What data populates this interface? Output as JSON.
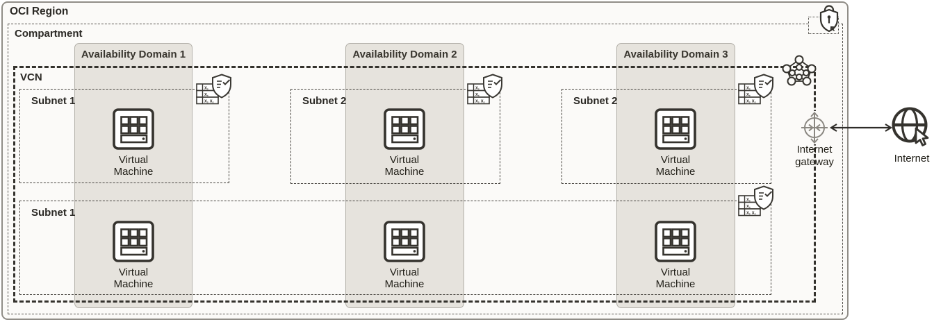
{
  "diagram": {
    "region_label": "OCI Region",
    "compartment_label": "Compartment",
    "vcn_label": "VCN",
    "availability_domains": [
      "Availability Domain 1",
      "Availability Domain 2",
      "Availability Domain 3"
    ],
    "subnets_top": [
      "Subnet 1",
      "Subnet 2",
      "Subnet 2"
    ],
    "subnet_bottom": "Subnet 1",
    "vm_label": "Virtual Machine",
    "internet_gateway_label": "Internet gateway",
    "internet_label": "Internet",
    "icons": {
      "region_security": "lock-shield-icon",
      "vcn": "network-mesh-icon",
      "subnet_security": "security-list-icon",
      "compute": "virtual-machine-icon",
      "gateway": "internet-gateway-icon",
      "internet": "globe-cursor-icon"
    },
    "colors": {
      "region_background": "#fbfaf8",
      "region_border": "#908d87",
      "availability_domain_fill": "#e6e3dd",
      "line_dark": "#35332e",
      "gateway_gray": "#8a8781",
      "text": "#2b2925"
    }
  }
}
